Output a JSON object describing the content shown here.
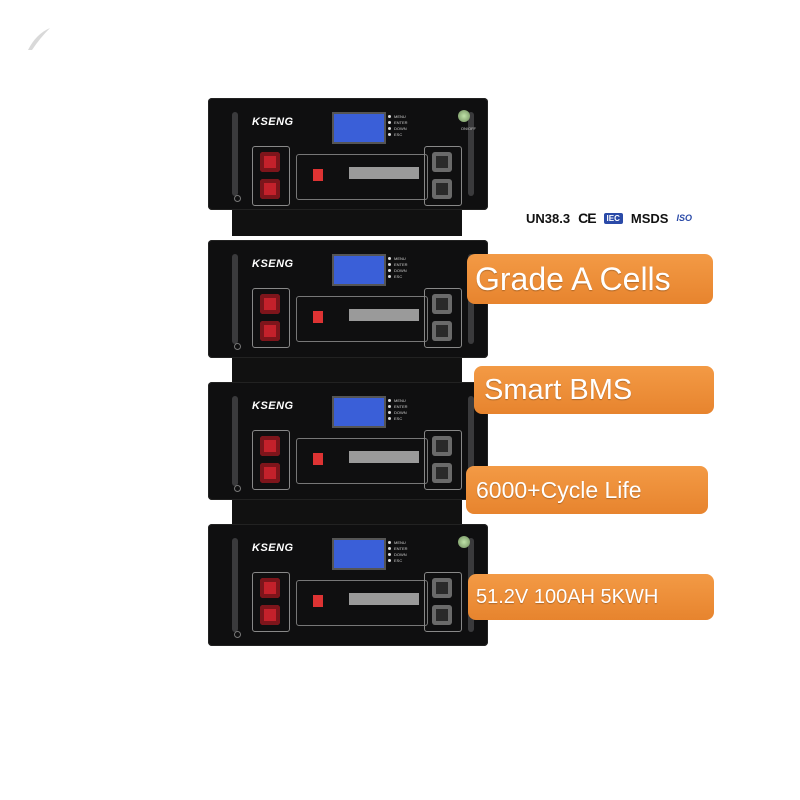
{
  "product": {
    "brand": "KSENG",
    "modules": [
      {
        "id": 1,
        "lcd": "",
        "onoff": "ON/OFF"
      },
      {
        "id": 2,
        "lcd": "",
        "onoff": ""
      },
      {
        "id": 3,
        "lcd": "",
        "onoff": ""
      },
      {
        "id": 4,
        "lcd": "",
        "onoff": ""
      }
    ],
    "led_labels": [
      "MENU",
      "ENTER",
      "DOWN",
      "ESC"
    ]
  },
  "certifications": {
    "un": "UN38.3",
    "ce": "CE",
    "iec": "IEC",
    "msds": "MSDS",
    "iso": "ISO"
  },
  "features": {
    "f1": "Grade A Cells",
    "f2": "Smart BMS",
    "f3": "6000+Cycle Life",
    "f4": "51.2V 100AH 5KWH"
  },
  "colors": {
    "tag_orange": "#e7842e",
    "rack_black": "#0f0f10",
    "lcd_blue": "#3a5fd8",
    "terminal_red": "#c4212b"
  }
}
